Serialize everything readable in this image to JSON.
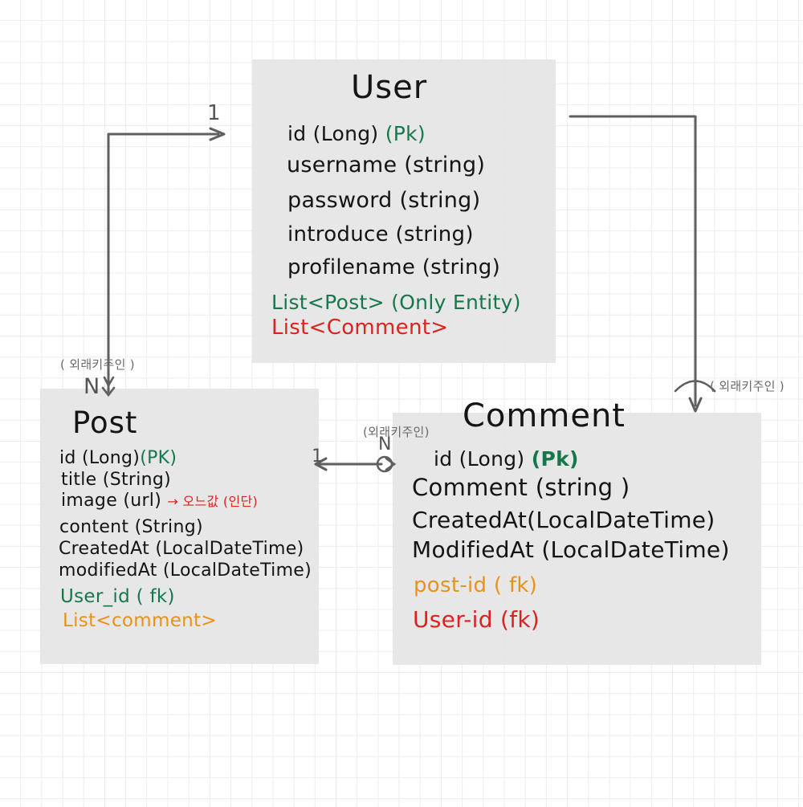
{
  "diagram": {
    "kind": "hand-drawn ERD whiteboard sketch",
    "background": "#ffffff",
    "grid_color": "#ececec",
    "box_fill": "#e6e6e6",
    "colors": {
      "ink": "#141414",
      "green_pk": "#16784a",
      "red_fk": "#d9241f",
      "orange_fk": "#e8921a",
      "connector": "#5f5f5f",
      "annotation": "#6a6a6a"
    }
  },
  "entities": {
    "user": {
      "title": "User",
      "fields": [
        {
          "name": "id (Long)",
          "marker": "(Pk)",
          "marker_color": "green"
        },
        {
          "name": "username (string)",
          "marker": "",
          "marker_color": ""
        },
        {
          "name": "password (string)",
          "marker": "",
          "marker_color": ""
        },
        {
          "name": "introduce (string)",
          "marker": "",
          "marker_color": ""
        },
        {
          "name": "profilename (string)",
          "marker": "",
          "marker_color": ""
        }
      ],
      "relations": [
        {
          "text": "List<Post> (Only Entity)",
          "color": "green"
        },
        {
          "text": "List<Comment>",
          "color": "red"
        }
      ]
    },
    "post": {
      "title": "Post",
      "fields": [
        {
          "name": "id   (Long)",
          "marker": "(PK)",
          "marker_color": "green"
        },
        {
          "name": "title (String)",
          "marker": "",
          "marker_color": ""
        },
        {
          "name": "image (url)",
          "marker": "→ 오느값 (인단)",
          "marker_color": "red"
        },
        {
          "name": "content (String)",
          "marker": "",
          "marker_color": ""
        },
        {
          "name": "CreatedAt (LocalDateTime)",
          "marker": "",
          "marker_color": ""
        },
        {
          "name": "modifiedAt (LocalDateTime)",
          "marker": "",
          "marker_color": ""
        }
      ],
      "relations": [
        {
          "text": "User_id ( fk)",
          "color": "green"
        },
        {
          "text": "List<comment>",
          "color": "orange"
        }
      ]
    },
    "comment": {
      "title": "Comment",
      "fields": [
        {
          "name": "id (Long)",
          "marker": "(Pk)",
          "marker_color": "green"
        },
        {
          "name": "Comment (string )",
          "marker": "",
          "marker_color": ""
        },
        {
          "name": "CreatedAt(LocalDateTime)",
          "marker": "",
          "marker_color": ""
        },
        {
          "name": "ModifiedAt (LocalDateTime)",
          "marker": "",
          "marker_color": ""
        }
      ],
      "relations": [
        {
          "text": "post-id ( fk)",
          "color": "orange"
        },
        {
          "text": "User-id (fk)",
          "color": "red"
        }
      ]
    }
  },
  "annotations": {
    "fk_owner_post": "( 외래키주인 )",
    "fk_owner_comment_left": "(외래키주인)",
    "fk_owner_comment_right": "( 외래키주인 )"
  },
  "cardinality": {
    "user_post_one": "1",
    "user_post_many": "N",
    "post_comment_one": "1",
    "post_comment_many": "N"
  }
}
